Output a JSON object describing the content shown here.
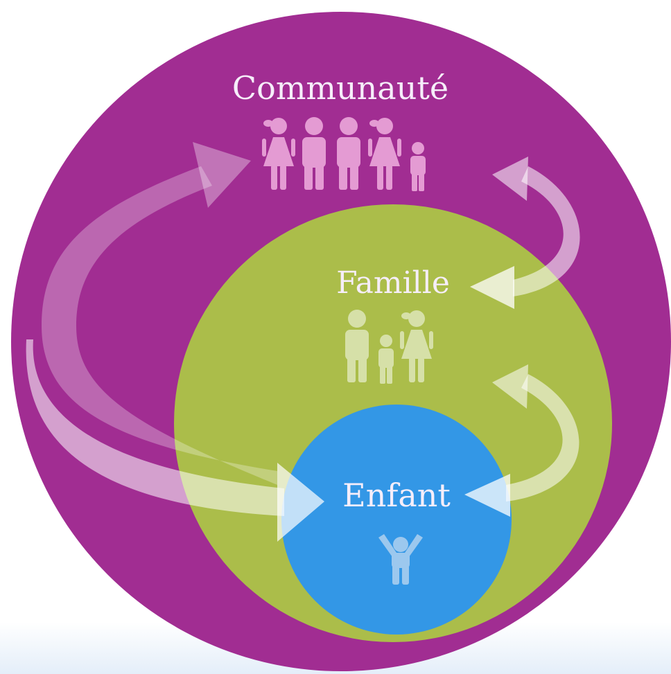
{
  "diagram": {
    "levels": [
      {
        "id": "communaute",
        "label": "Communauté",
        "color": "#a12d92",
        "icon": "group-of-five-people-icon"
      },
      {
        "id": "famille",
        "label": "Famille",
        "color": "#abbd4a",
        "icon": "family-of-three-icon"
      },
      {
        "id": "enfant",
        "label": "Enfant",
        "color": "#3397e6",
        "icon": "child-arms-raised-icon"
      }
    ],
    "background_bottom_color": "#eef5fc",
    "arrow_color": "#ffffff"
  }
}
